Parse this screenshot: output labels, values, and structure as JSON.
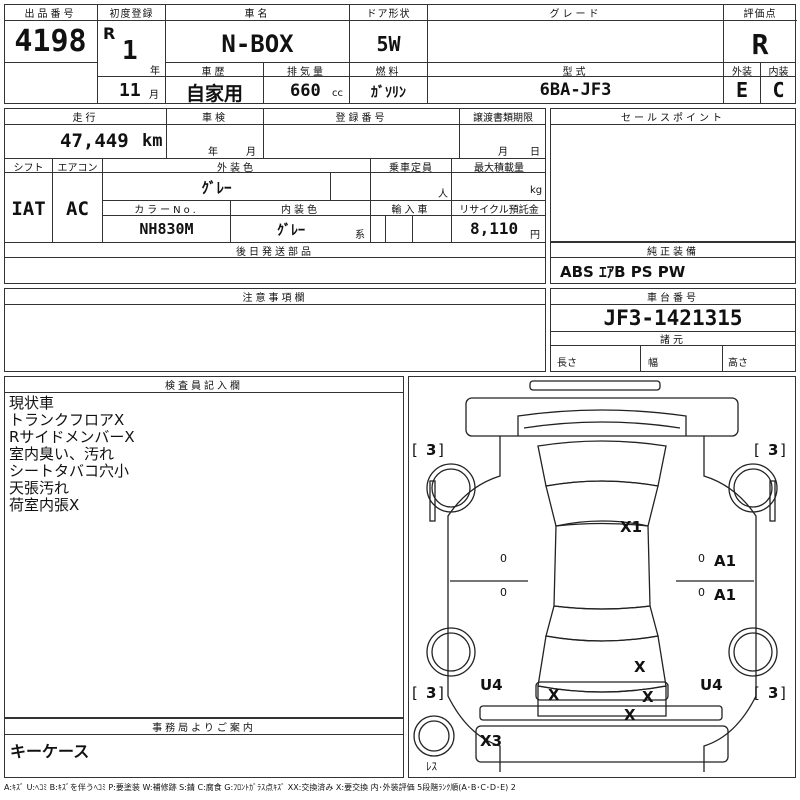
{
  "top": {
    "lot_label": "出品番号",
    "lot_no": "4198",
    "first_reg_label": "初度登録",
    "era": "R",
    "year_num": "1",
    "year_unit": "年",
    "month_num": "11",
    "month_unit": "月",
    "name_label": "車名",
    "car_name": "N-BOX",
    "door_label": "ドア形状",
    "door": "5W",
    "grade_label": "グレード",
    "grade": "",
    "score_label": "評価点",
    "score": "R",
    "history_label": "車歴",
    "history": "自家用",
    "disp_label": "排気量",
    "disp": "660",
    "disp_unit": "cc",
    "fuel_label": "燃料",
    "fuel": "ｶﾞｿﾘﾝ",
    "model_label": "型式",
    "model": "6BA-JF3",
    "ext_label": "外装",
    "ext_score": "E",
    "int_label": "内装",
    "int_score": "C"
  },
  "mid": {
    "mileage_label": "走行",
    "mileage": "47,449",
    "mileage_unit": "km",
    "inspect_label": "車検",
    "inspect_year": "年",
    "inspect_month": "月",
    "reg_label": "登録番号",
    "transfer_label": "譲渡書類期限",
    "transfer_month": "月",
    "transfer_day": "日",
    "shift_label": "シフト",
    "shift": "IAT",
    "ac_label": "エアコン",
    "ac": "AC",
    "color_label": "外装色",
    "color": "ｸﾞﾚｰ",
    "seats_label": "乗車定員",
    "seats_unit": "人",
    "load_label": "最大積載量",
    "load_unit": "kg",
    "colorno_label": "カラーNo.",
    "colorno": "NH830M",
    "intcolor_label": "内装色",
    "intcolor": "ｸﾞﾚｰ",
    "intcolor_unit": "系",
    "import_label": "輸入車",
    "recycle_label": "リサイクル預託金",
    "recycle": "8,110",
    "recycle_unit": "円",
    "later_label": "後日発送部品"
  },
  "right": {
    "sales_label": "セールスポイント",
    "equip_label": "純正装備",
    "equip": "ABS ｴｱB PS PW",
    "chassis_label": "車台番号",
    "chassis": "JF3-1421315",
    "spec_label": "諸元",
    "len": "長さ",
    "wid": "幅",
    "hei": "高さ"
  },
  "notes": {
    "label": "注意事項欄"
  },
  "inspector": {
    "label": "検査員記入欄",
    "lines": [
      "現状車",
      "トランクフロアX",
      "RサイドメンバーX",
      "室内臭い、汚れ",
      "シートタバコ穴小",
      "天張汚れ",
      "荷室内張X"
    ]
  },
  "office": {
    "label": "事務局よりご案内",
    "text": "キーケース"
  },
  "diagram": {
    "marks": {
      "tl3": "3",
      "tr3": "3",
      "bl3": "3",
      "br3": "3",
      "x1": "X1",
      "a1a": "A1",
      "a1b": "A1",
      "xmid": "X",
      "u4l": "U4",
      "u4r": "U4",
      "xb1": "X",
      "xb2": "X",
      "xb3": "X",
      "x3": "X3",
      "zero1": "0",
      "zero2": "0",
      "zero3": "0",
      "zero4": "0",
      "less": "ﾚｽ"
    }
  },
  "legend": "A:ｷｽﾞ U:ﾍｺﾐ B:ｷｽﾞを伴うﾍｺﾐ P:要塗装 W:補修跡 S:錆 C:腐食 G:ﾌﾛﾝﾄｶﾞﾗｽ点ｷｽﾞ XX:交換済み X:要交換 内･外装評価 5段階ﾗﾝｸ順(A･B･C･D･E) 2"
}
